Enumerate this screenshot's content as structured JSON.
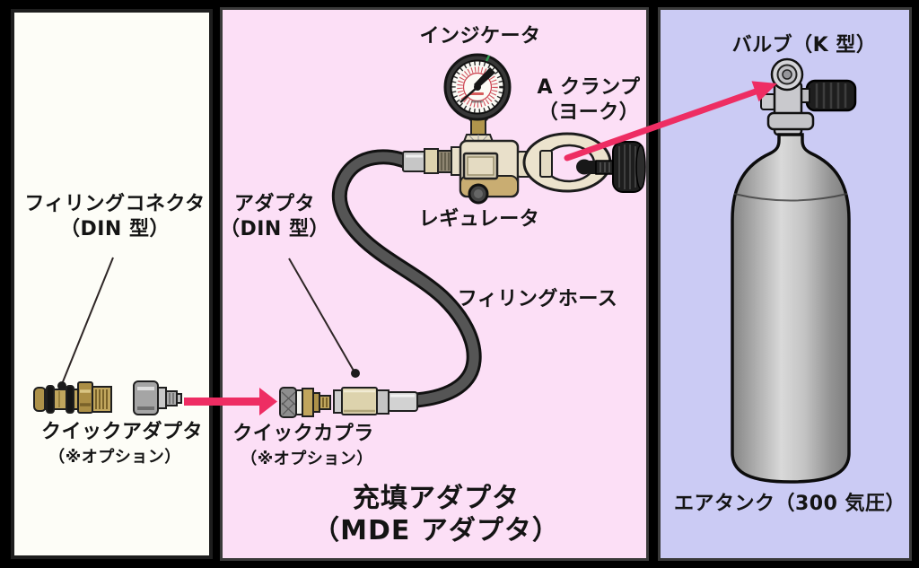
{
  "diagram": {
    "left_panel": {
      "connector_label_line1": "フィリングコネクタ",
      "connector_label_line2": "（DIN 型）",
      "quick_adapter_label": "クイックアダプタ",
      "quick_adapter_note": "（※オプション）"
    },
    "middle_panel": {
      "indicator_label": "インジケータ",
      "a_clamp_label_line1": "A クランプ",
      "a_clamp_label_line2": "（ヨーク）",
      "regulator_label": "レギュレータ",
      "adapter_label_line1": "アダプタ",
      "adapter_label_line2": "（DIN 型）",
      "filling_hose_label": "フィリングホース",
      "quick_coupler_label": "クイックカプラ",
      "quick_coupler_note": "（※オプション）",
      "title_line1": "充填アダプタ",
      "title_line2": "（MDE アダプタ）"
    },
    "right_panel": {
      "valve_label": "バルブ（K 型）",
      "air_tank_label": "エアタンク（300 気圧）"
    },
    "colors": {
      "left_panel_bg": "#fdfdf7",
      "middle_panel_bg": "#fcdff6",
      "right_panel_bg": "#cbcbf4",
      "frame": "#000000",
      "arrow": "#ee2d63",
      "brass": "#c0a55d",
      "regulator_body": "#e9e0ca",
      "hose": "#4f4f4f",
      "tank": "#b9b9b9",
      "gauge_scale_red": "#cc4350"
    }
  }
}
